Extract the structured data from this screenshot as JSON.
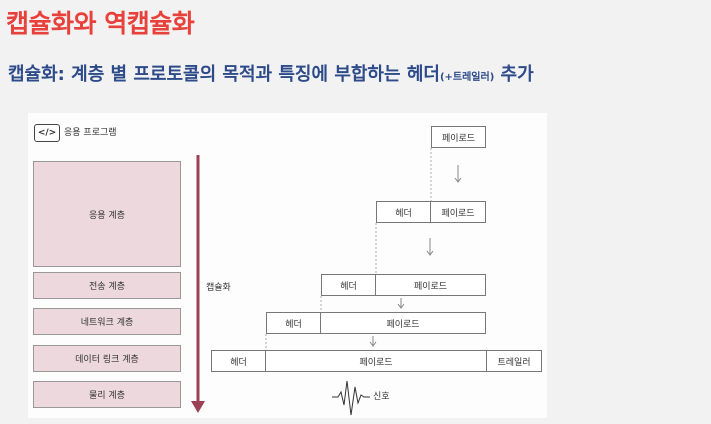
{
  "title": "캡슐화와 역캡슐화",
  "subtitle": {
    "main": "캡슐화: 계층 별 프로토콜의 목적과 특징에 부합하는 헤더",
    "small": "(+트레일러)",
    "suffix": " 추가"
  },
  "diagram": {
    "app_icon": "</>",
    "app_program_label": "응용 프로그램",
    "layers": [
      "응용 계층",
      "전송 계층",
      "네트워크 계층",
      "데이터 링크 계층",
      "물리 계층"
    ],
    "encapsulation_label": "캡슐화",
    "payload": "페이로드",
    "header": "헤더",
    "trailer": "트레일러",
    "signal_label": "신호"
  },
  "colors": {
    "title": "#e8403a",
    "subtitle": "#2d4a8a",
    "layer_fill": "#ecd8dd",
    "arrow": "#9c4155"
  }
}
